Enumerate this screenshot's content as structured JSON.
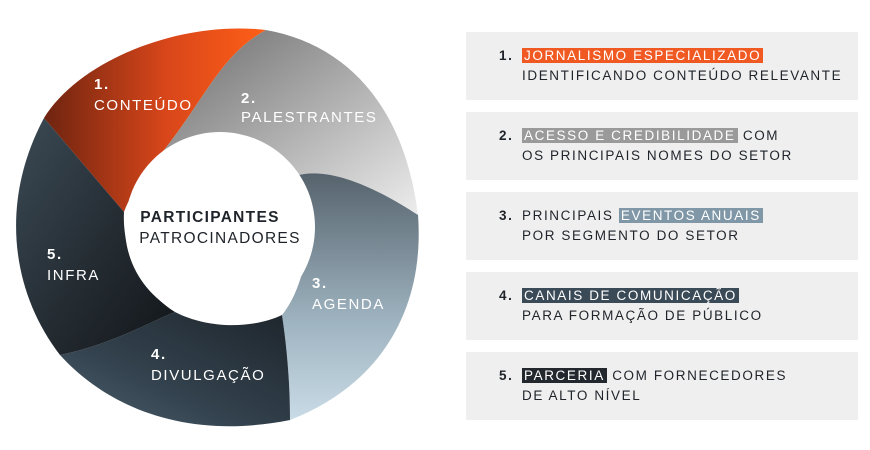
{
  "diagram": {
    "center": {
      "title": "PARTICIPANTES",
      "subtitle": "PATROCINADORES"
    },
    "segments": [
      {
        "number": "1.",
        "label": "CONTEÚDO"
      },
      {
        "number": "2.",
        "label": "PALESTRANTES"
      },
      {
        "number": "3.",
        "label": "AGENDA"
      },
      {
        "number": "4.",
        "label": "DIVULGAÇÃO"
      },
      {
        "number": "5.",
        "label": "INFRA"
      }
    ]
  },
  "cards": [
    {
      "number": "1.",
      "pre": "",
      "highlight": "JORNALISMO ESPECIALIZADO",
      "post": "",
      "line2": "IDENTIFICANDO CONTEÚDO RELEVANTE"
    },
    {
      "number": "2.",
      "pre": "",
      "highlight": "ACESSO E CREDIBILIDADE",
      "post": "COM",
      "line2": "OS PRINCIPAIS NOMES DO SETOR"
    },
    {
      "number": "3.",
      "pre": "PRINCIPAIS",
      "highlight": "EVENTOS ANUAIS",
      "post": "",
      "line2": "POR SEGMENTO DO SETOR"
    },
    {
      "number": "4.",
      "pre": "",
      "highlight": "CANAIS DE COMUNICAÇÃO",
      "post": "",
      "line2": "PARA FORMAÇÃO DE PÚBLICO"
    },
    {
      "number": "5.",
      "pre": "",
      "highlight": "PARCERIA",
      "post": "COM FORNECEDORES",
      "line2": "DE ALTO NÍVEL"
    }
  ],
  "colors": {
    "conteudo": "#f05a22",
    "palestrantes": "#9a9a9a",
    "agenda": "#7f97a6",
    "divulgacao": "#3a4a56",
    "infra": "#22282e",
    "card_background": "#efefef"
  }
}
